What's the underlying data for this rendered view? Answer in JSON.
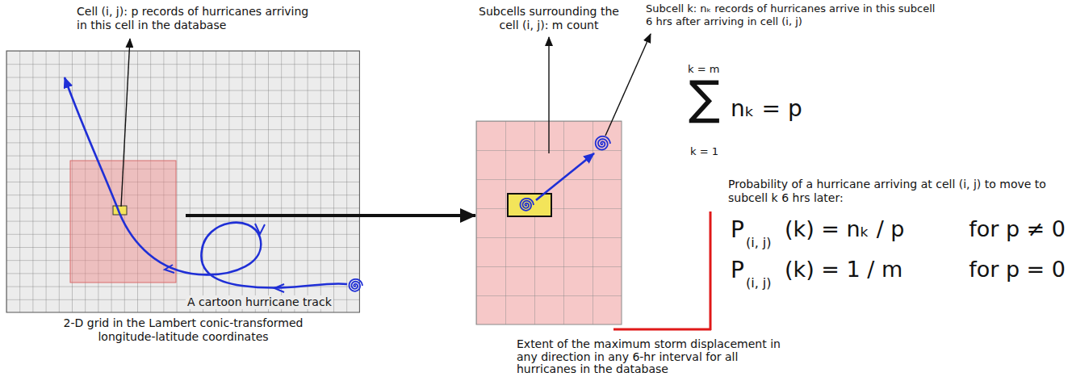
{
  "diagram": {
    "nodes": [
      {
        "text": [
          "2-D grid in the Lambert conic-transformed longitude-latitude coordinates"
        ]
      },
      {
        "text": [
          "Subcells surrounding the cell (i, j): m count"
        ]
      }
    ],
    "edges": [
      {
        "from": 0,
        "to": 1,
        "arrow": "to"
      }
    ],
    "labels": [
      "Cell (i, j): p records of hurricanes arriving in this cell in the database",
      "A cartoon hurricane track",
      "Subcell k: nₖ records of hurricanes arrive in this subcell 6 hrs after arriving in cell (i, j)",
      "k = m",
      "∑",
      "k = 1",
      "nₖ = p",
      "Probability of a hurricane arriving at cell (i, j) to move to subcell k 6 hrs later:",
      "P",
      "(i, j)",
      "(k) = nₖ / p",
      "for p ≠ 0",
      "P",
      "(i, j)",
      "(k) = 1 / m",
      "for p = 0",
      "Extent of the maximum storm displacement in any direction in any 6-hr interval for all hurricanes in the database"
    ]
  }
}
